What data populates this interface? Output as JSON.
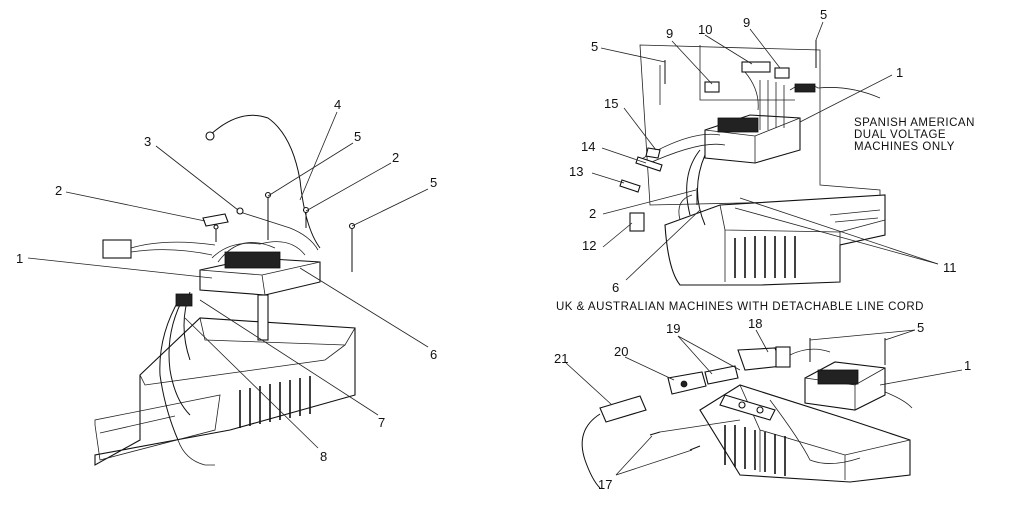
{
  "callouts": {
    "c1": "1",
    "c2": "2",
    "c2b": "2",
    "c3": "3",
    "c4": "4",
    "c5": "5",
    "c5b": "5",
    "c6": "6",
    "c7": "7",
    "c8": "8",
    "r1": "1",
    "r2": "2",
    "r5": "5",
    "r5b": "5",
    "r6": "6",
    "r9": "9",
    "r9b": "9",
    "r10": "10",
    "r11": "11",
    "r12": "12",
    "r13": "13",
    "r14": "14",
    "r15": "15",
    "b1": "1",
    "b5": "5",
    "b17": "17",
    "b18": "18",
    "b19": "19",
    "b20": "20",
    "b21": "21"
  },
  "captions": {
    "spanish_line1": "SPANISH AMERICAN",
    "spanish_line2": "DUAL VOLTAGE",
    "spanish_line3": "MACHINES ONLY",
    "uk": "UK & AUSTRALIAN MACHINES WITH DETACHABLE LINE CORD"
  }
}
